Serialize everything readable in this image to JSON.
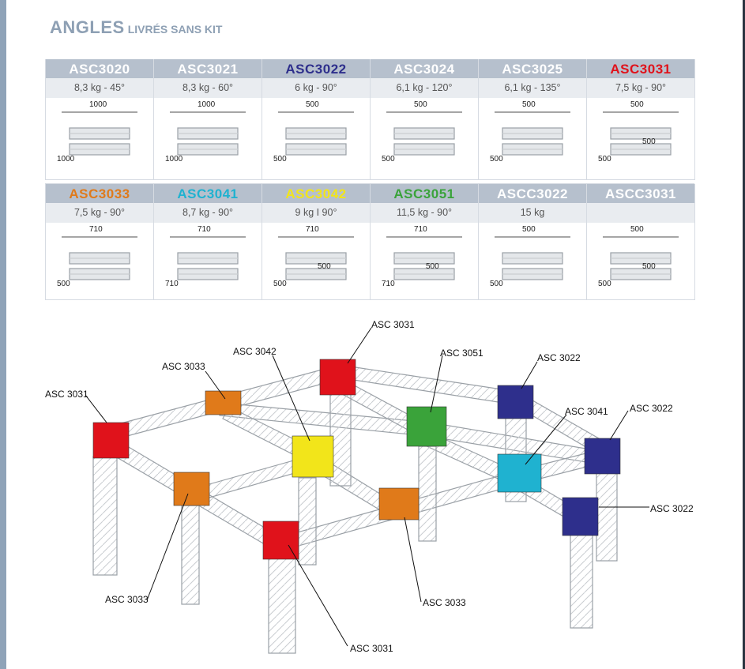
{
  "title": {
    "main": "ANGLES",
    "sub": "LIVRÉS SANS KIT"
  },
  "products_row1": [
    {
      "code": "ASC3020",
      "spec": "8,3 kg - 45°",
      "color": "#ffffff",
      "dims": [
        "1000",
        "1000"
      ]
    },
    {
      "code": "ASC3021",
      "spec": "8,3 kg - 60°",
      "color": "#ffffff",
      "dims": [
        "1000",
        "1000"
      ]
    },
    {
      "code": "ASC3022",
      "spec": "6 kg - 90°",
      "color": "#2e2f8c",
      "dims": [
        "500",
        "500"
      ]
    },
    {
      "code": "ASC3024",
      "spec": "6,1 kg - 120°",
      "color": "#ffffff",
      "dims": [
        "500",
        "500"
      ]
    },
    {
      "code": "ASC3025",
      "spec": "6,1 kg - 135°",
      "color": "#ffffff",
      "dims": [
        "500",
        "500"
      ]
    },
    {
      "code": "ASC3031",
      "spec": "7,5 kg - 90°",
      "color": "#e0121b",
      "dims": [
        "500",
        "500",
        "500"
      ]
    }
  ],
  "products_row2": [
    {
      "code": "ASC3033",
      "spec": "7,5 kg - 90°",
      "color": "#e07a1a",
      "dims": [
        "710",
        "500"
      ]
    },
    {
      "code": "ASC3041",
      "spec": "8,7 kg - 90°",
      "color": "#1fb2d0",
      "dims": [
        "710",
        "710"
      ]
    },
    {
      "code": "ASC3042",
      "spec": "9 kg I 90°",
      "color": "#f2e51a",
      "dims": [
        "710",
        "500",
        "500"
      ]
    },
    {
      "code": "ASC3051",
      "spec": "11,5 kg - 90°",
      "color": "#3aa33a",
      "dims": [
        "710",
        "710",
        "500"
      ]
    },
    {
      "code": "ASCC3022",
      "spec": "15 kg",
      "color": "#ffffff",
      "dims": [
        "500",
        "500"
      ]
    },
    {
      "code": "ASCC3031",
      "spec": "",
      "color": "#ffffff",
      "dims": [
        "500",
        "500",
        "500"
      ]
    }
  ],
  "callouts": {
    "c1": "ASC 3031",
    "c2": "ASC 3042",
    "c3": "ASC 3051",
    "c4": "ASC 3022",
    "c5": "ASC 3033",
    "c6": "ASC 3031",
    "c7": "ASC 3041",
    "c8": "ASC 3022",
    "c9": "ASC 3022",
    "c10": "ASC 3033",
    "c11": "ASC 3033",
    "c12": "ASC 3031"
  },
  "colors": {
    "red": "#e0121b",
    "orange": "#e07a1a",
    "yellow": "#f2e51a",
    "green": "#3aa33a",
    "cyan": "#1fb2d0",
    "navy": "#2e2f8c",
    "truss": "#bfc4c9"
  }
}
